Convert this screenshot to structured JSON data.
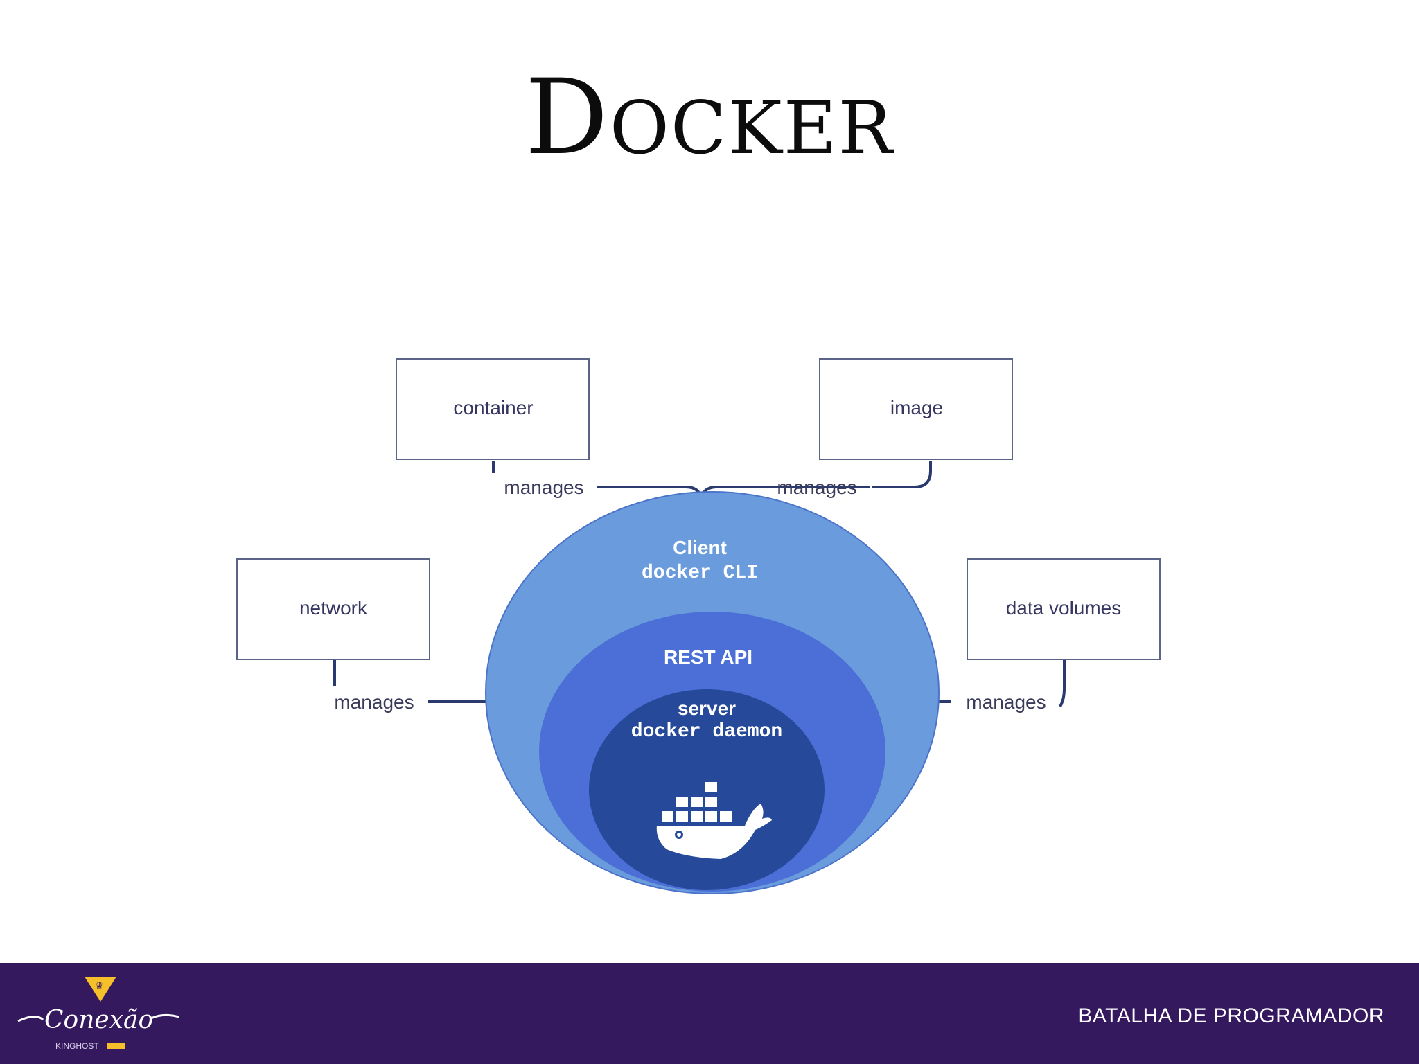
{
  "slide": {
    "title": "Docker"
  },
  "diagram": {
    "nodes": {
      "container": "container",
      "image": "image",
      "network": "network",
      "data_volumes": "data volumes"
    },
    "edge_label": "manages",
    "rings": {
      "client_title": "Client",
      "client_sub": "docker CLI",
      "api": "REST API",
      "server_title": "server",
      "server_sub": "docker daemon"
    },
    "colors": {
      "outer_ring": "#6a9bdc",
      "middle_ring": "#4b6fd6",
      "inner_ring": "#264a99",
      "connector": "#2a3a6e"
    }
  },
  "footer": {
    "brand": "Conexão",
    "brand_sub": "KINGHOST",
    "tagline": "BATALHA DE PROGRAMADOR",
    "background": "#35195f",
    "accent": "#f6c02b"
  }
}
